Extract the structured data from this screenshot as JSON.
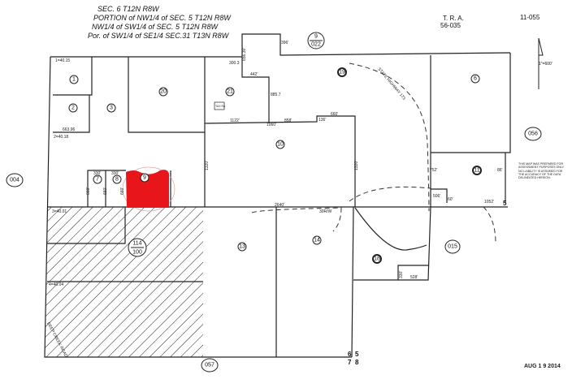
{
  "header": {
    "lines": [
      "SEC. 6    T12N    R8W",
      "PORTION of NW1/4 of SEC. 5  T12N   R8W",
      "NW1/4 of SW1/4 of SEC. 5    T12N   R8W",
      "Por. of SW1/4 of SE1/4  SEC.31    T13N  R8W"
    ],
    "tra_label": "T. R. A.",
    "tra_value": "56-035",
    "book_page": "11-055",
    "scale": "1\"=600'"
  },
  "parcels": [
    "1",
    "2",
    "3",
    "6",
    "7",
    "8",
    "9",
    "10",
    "11",
    "13",
    "14",
    "18",
    "19",
    "20",
    "21"
  ],
  "adjacent_pages": {
    "top": "9",
    "top_sub": "022",
    "left": "004",
    "right": "056",
    "right_lower": "015",
    "bottom": "057",
    "center": "114",
    "center_sub": "100"
  },
  "dimensions": [
    "1=40.15",
    "663.96",
    "2=40.18",
    "330'",
    "330'",
    "660'",
    "660'",
    "660'",
    "396'",
    "656.30'",
    "300.3",
    "442'",
    "885.7",
    "1122'",
    "1060'",
    "858'",
    "136'",
    "660'",
    "1320'",
    "752'",
    "86'",
    "506'",
    "60'",
    "1052'",
    "2640'",
    "30R/W",
    "3=40.01",
    "4=40.04",
    "330'",
    "528'",
    "1320'"
  ],
  "road_labels": {
    "highway": "STATE HIGHWAY 173",
    "road": "DEEP CREEK ROAD"
  },
  "tax_badge": "TAX RA",
  "section_corner": {
    "top_left": "6",
    "top_right": "5",
    "bottom_left": "7",
    "bottom_right": "8"
  },
  "section_marker": "5",
  "disclaimer": "THIS MAP WAS PREPARED FOR ASSESSMENT PURPOSES ONLY. NO LIABILITY IS ASSUMED FOR THE ACCURACY OF THE DATA DELINEATED HEREON.",
  "stamp_date": "AUG 1 9 2014",
  "colors": {
    "highlight": "#e8161b",
    "lines": "#222222"
  },
  "highlighted_parcel": "9"
}
